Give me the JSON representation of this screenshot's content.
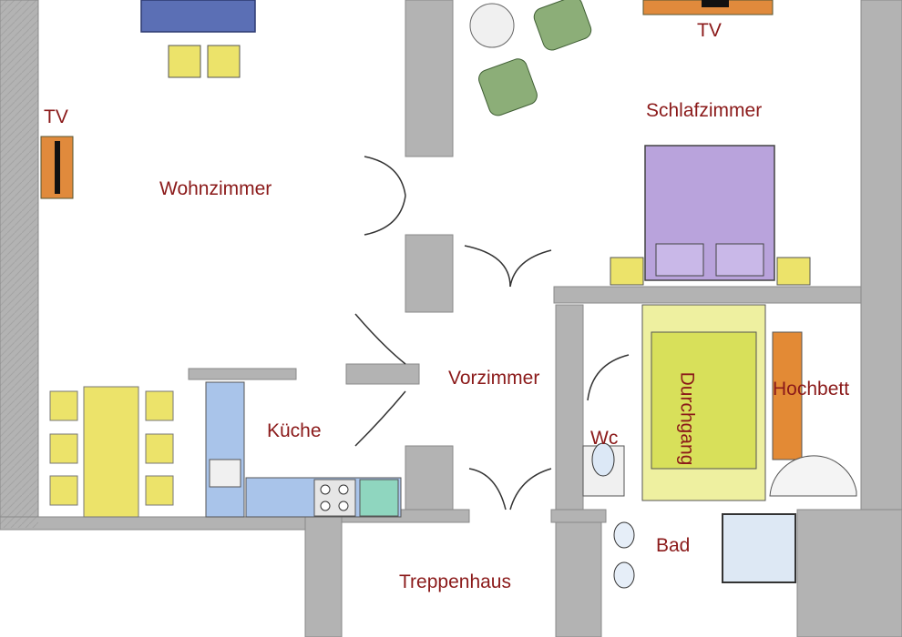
{
  "rooms": {
    "wohnzimmer": "Wohnzimmer",
    "schlafzimmer": "Schlafzimmer",
    "kueche": "Küche",
    "vorzimmer": "Vorzimmer",
    "durchgang": "Durchgang",
    "hochbett": "Hochbett",
    "wc": "Wc",
    "bad": "Bad",
    "treppenhaus": "Treppenhaus"
  },
  "labels": {
    "tv_left": "TV",
    "tv_top": "TV"
  },
  "colors": {
    "label": "#8b1a1a",
    "wall": "#b3b3b3",
    "sofa": "#5b6fb5",
    "bed": "#b9a3dc",
    "table": "#ece36a",
    "armchair": "#8cae78",
    "tv": "#e08a3c",
    "hochbett": "#e38a35",
    "counter": "#a9c4ea"
  }
}
